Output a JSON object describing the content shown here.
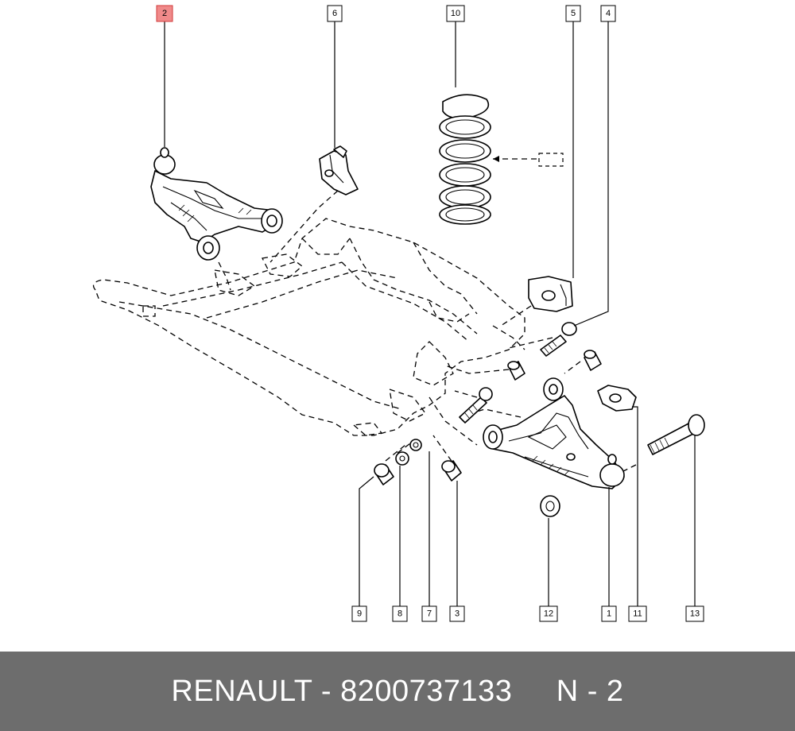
{
  "callouts": [
    {
      "label": "2",
      "highlight": true
    },
    {
      "label": "6"
    },
    {
      "label": "10"
    },
    {
      "label": "5"
    },
    {
      "label": "4"
    },
    {
      "label": "9"
    },
    {
      "label": "8"
    },
    {
      "label": "7"
    },
    {
      "label": "3"
    },
    {
      "label": "12"
    },
    {
      "label": "1"
    },
    {
      "label": "11"
    },
    {
      "label": "13"
    }
  ],
  "footer": {
    "brand": "RENAULT",
    "separator": " - ",
    "part_number": "8200737133",
    "gap": "     ",
    "ref": "N - 2"
  },
  "colors": {
    "highlight": "#f08a8a",
    "footer_bg": "#6d6d6d",
    "footer_text": "#ffffff"
  }
}
